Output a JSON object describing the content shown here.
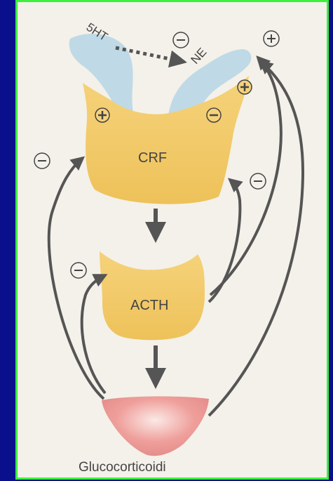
{
  "labels": {
    "serotonin": "5HT",
    "norepinephrine": "NE",
    "crf": "CRF",
    "acth": "ACTH",
    "glucocorticoids": "Glucocorticoidi"
  },
  "signs": {
    "minus": "−",
    "plus": "+"
  },
  "colors": {
    "background": "#0a0f8c",
    "frame_border": "#3cf03c",
    "paper": "#f4f1ea",
    "gland_yellow": "#f0c85a",
    "nucleus_blue": "#b9d7e6",
    "gland_pink": "#ee9c98",
    "arrow": "#555555"
  }
}
